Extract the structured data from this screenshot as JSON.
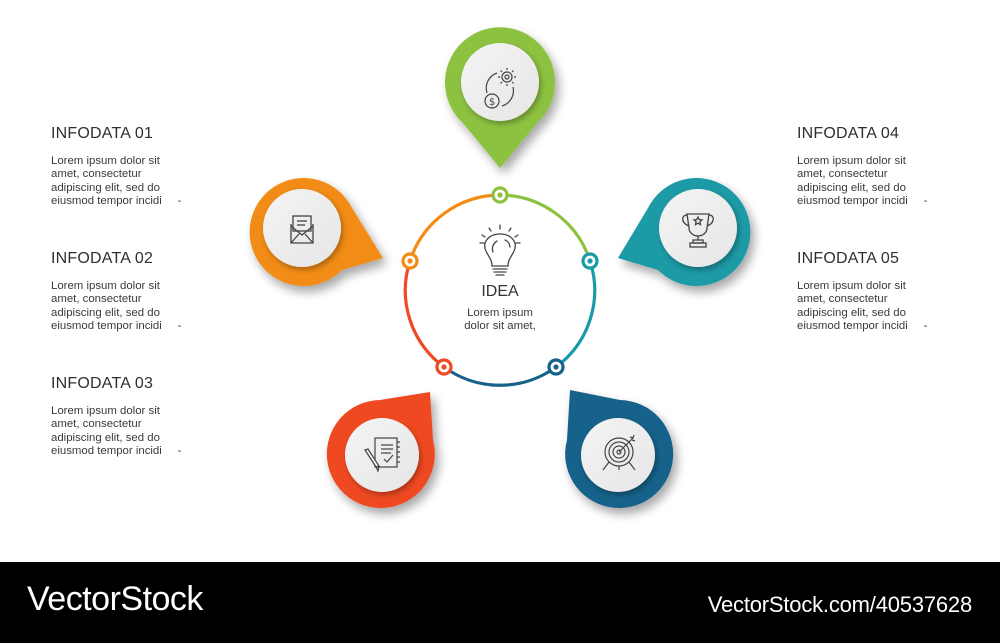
{
  "center": {
    "icon": "lightbulb-icon",
    "title": "IDEA",
    "body": "Lorem ipsum\ndolor sit amet,"
  },
  "items": [
    {
      "title": "INFODATA 01",
      "body": "Lorem ipsum dolor sit\namet, consectetur\nadipiscing elit, sed do\neiusmod tempor incidi     -",
      "color": "#F28C12",
      "icon": "envelope-letter-icon"
    },
    {
      "title": "INFODATA 02",
      "body": "Lorem ipsum dolor sit\namet, consectetur\nadipiscing elit, sed do\neiusmod tempor incidi     -",
      "color": "#8DC23F",
      "icon": "gear-dollar-cycle-icon"
    },
    {
      "title": "INFODATA 03",
      "body": "Lorem ipsum dolor sit\namet, consectetur\nadipiscing elit, sed do\neiusmod tempor incidi     -",
      "color": "#EF4A24",
      "icon": "notepad-pen-icon"
    },
    {
      "title": "INFODATA 04",
      "body": "Lorem ipsum dolor sit\namet, consectetur\nadipiscing elit, sed do\neiusmod tempor incidi     -",
      "color": "#1A9AA6",
      "icon": "trophy-icon"
    },
    {
      "title": "INFODATA 05",
      "body": "Lorem ipsum dolor sit\namet, consectetur\nadipiscing elit, sed do\neiusmod tempor incidi     -",
      "color": "#17628A",
      "icon": "target-arrow-icon"
    }
  ],
  "colors": {
    "green": "#8DC23F",
    "orange": "#F28C12",
    "red": "#EF4A24",
    "teal": "#1A9AA6",
    "blue": "#17628A",
    "badge_face": "#EEEEEE",
    "text": "#333333"
  },
  "footer": {
    "brand": "VectorStock",
    "reference": "VectorStock.com/40537628"
  }
}
